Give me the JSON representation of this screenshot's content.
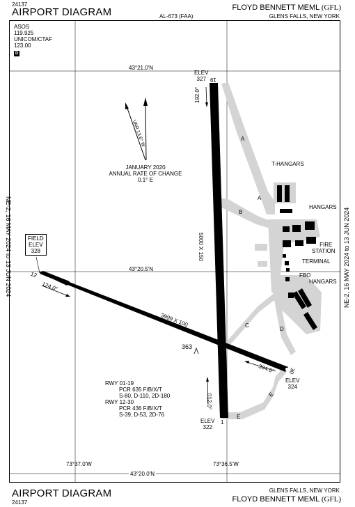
{
  "header": {
    "doc_number_top": "24137",
    "title_top": "AIRPORT DIAGRAM",
    "ref_top": "AL-673 (FAA)",
    "airport_name_top": "FLOYD BENNETT MEML",
    "airport_id_top": "(GFL)",
    "city_top": "GLENS FALLS, NEW YORK"
  },
  "footer": {
    "doc_number_bottom": "24137",
    "title_bottom": "AIRPORT DIAGRAM",
    "city_bottom": "GLENS FALLS, NEW YORK",
    "airport_name_bottom": "FLOYD BENNETT MEML",
    "airport_id_bottom": "(GFL)"
  },
  "margins": {
    "left_text": "NE-2, 16 MAY 2024 to 13 JUN 2024",
    "right_text": "NE-2, 16 MAY 2024 to 13 JUN 2024"
  },
  "comm": {
    "asos_label": "ASOS",
    "asos_freq": "119.925",
    "unicom_label": "UNICOM/CTAF",
    "unicom_freq": "123.00",
    "badge": "D"
  },
  "grid": {
    "lat_top": "43°21.0'N",
    "lat_mid": "43°20.5'N",
    "lat_bottom": "43°20.0'N",
    "lon_left": "73°37.0'W",
    "lon_right": "73°36.5'W"
  },
  "magvar": {
    "var_text": "VAR 13.6° W",
    "date_text": "JANUARY 2020",
    "rate_label": "ANNUAL RATE OF CHANGE",
    "rate_value": "0.1° E"
  },
  "field_elev": {
    "label1": "FIELD",
    "label2": "ELEV",
    "value": "328"
  },
  "runways": {
    "rwy19": {
      "number": "19",
      "heading": "192.0°",
      "elev_label": "ELEV",
      "elev_value": "327"
    },
    "rwy1": {
      "number": "1",
      "heading": "012.0°",
      "elev_label": "ELEV",
      "elev_value": "322"
    },
    "rwy12": {
      "number": "12",
      "heading": "124.0°"
    },
    "rwy30": {
      "number": "30",
      "heading": "304.0°",
      "elev_label": "ELEV",
      "elev_value": "324"
    },
    "dim_0119": "5000 X 150",
    "dim_1230": "3999 X 100"
  },
  "taxiways": {
    "a1": "A",
    "a2": "A",
    "b": "B",
    "c": "C",
    "d": "D",
    "e1": "E",
    "e2": "E"
  },
  "facilities": {
    "t_hangars": "T-HANGARS",
    "hangars1": "HANGARS",
    "fire1": "FIRE",
    "fire2": "STATION",
    "terminal": "TERMINAL",
    "fbo": "FBO",
    "hangars2": "HANGARS"
  },
  "obstacle": {
    "elev": "363"
  },
  "pcr": {
    "rwy_0119_title": "RWY 01-19",
    "rwy_0119_line1": "PCR 635 F/B/X/T",
    "rwy_0119_line2": "S-80, D-110, 2D-180",
    "rwy_1230_title": "RWY 12-30",
    "rwy_1230_line1": "PCR 436 F/B/X/T",
    "rwy_1230_line2": "S-39, D-53, 2D-76"
  }
}
